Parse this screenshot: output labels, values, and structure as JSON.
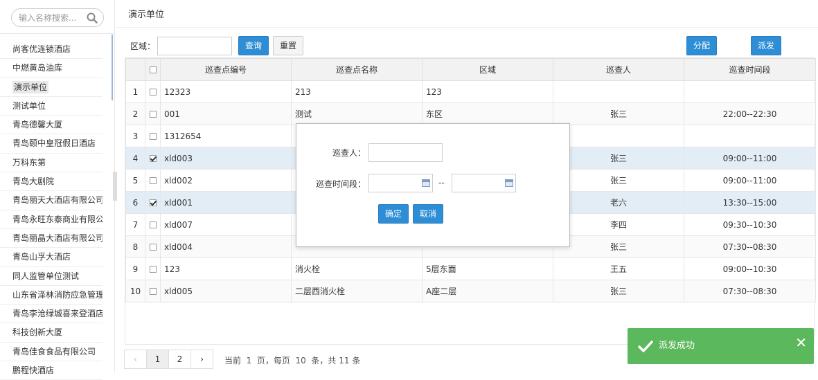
{
  "sidebar": {
    "search_placeholder": "输入名称搜索...",
    "items": [
      {
        "label": "尚客优连锁酒店"
      },
      {
        "label": "中燃黄岛油库"
      },
      {
        "label": "演示单位"
      },
      {
        "label": "测试单位"
      },
      {
        "label": "青岛德馨大厦"
      },
      {
        "label": "青岛颐中皇冠假日酒店"
      },
      {
        "label": "万科东第"
      },
      {
        "label": "青岛大剧院"
      },
      {
        "label": "青岛丽天大酒店有限公司"
      },
      {
        "label": "青岛永旺东泰商业有限公司"
      },
      {
        "label": "青岛丽晶大酒店有限公司"
      },
      {
        "label": "青岛山孚大酒店"
      },
      {
        "label": "同人监管单位测试"
      },
      {
        "label": "山东省泽林消防应急管理职"
      },
      {
        "label": "青岛李沧绿城喜来登酒店"
      },
      {
        "label": "科技创新大厦"
      },
      {
        "label": "青岛佳食食品有限公司"
      },
      {
        "label": "鹏程快酒店"
      }
    ],
    "selected_index": 2
  },
  "main": {
    "title": "演示单位",
    "filter": {
      "area_label": "区域：",
      "area_value": "",
      "query_button": "查询",
      "reset_button": "重置",
      "assign_button": "分配",
      "dispatch_button": "派发"
    },
    "table": {
      "headers": [
        "巡查点编号",
        "巡查点名称",
        "区域",
        "巡查人",
        "巡查时间段"
      ],
      "rows": [
        {
          "no": "1",
          "checked": false,
          "code": "12323",
          "name": "213",
          "area": "123",
          "person": "",
          "period": ""
        },
        {
          "no": "2",
          "checked": false,
          "code": "001",
          "name": "测试",
          "area": "东区",
          "person": "张三",
          "period": "22:00--22:30"
        },
        {
          "no": "3",
          "checked": false,
          "code": "1312654",
          "name": "",
          "area": "",
          "person": "",
          "period": ""
        },
        {
          "no": "4",
          "checked": true,
          "code": "xld003",
          "name": "",
          "area": "",
          "person": "张三",
          "period": "09:00--11:00"
        },
        {
          "no": "5",
          "checked": false,
          "code": "xld002",
          "name": "",
          "area": "",
          "person": "张三",
          "period": "09:00--11:00"
        },
        {
          "no": "6",
          "checked": true,
          "code": "xld001",
          "name": "",
          "area": "",
          "person": "老六",
          "period": "13:30--15:00"
        },
        {
          "no": "7",
          "checked": false,
          "code": "xld007",
          "name": "",
          "area": "",
          "person": "李四",
          "period": "09:30--10:30"
        },
        {
          "no": "8",
          "checked": false,
          "code": "xld004",
          "name": "",
          "area": "",
          "person": "张三",
          "period": "07:30--08:30"
        },
        {
          "no": "9",
          "checked": false,
          "code": "123",
          "name": "消火栓",
          "area": "5层东面",
          "person": "王五",
          "period": "09:00--10:30"
        },
        {
          "no": "10",
          "checked": false,
          "code": "xld005",
          "name": "二层西消火栓",
          "area": "A座二层",
          "person": "张三",
          "period": "07:30--08:30"
        }
      ]
    },
    "pager": {
      "prev": "‹",
      "pages": [
        "1",
        "2"
      ],
      "next": "›",
      "current": "1",
      "info": "当前  1  页，每页  10  条，共 11 条"
    }
  },
  "dialog": {
    "person_label": "巡查人：",
    "person_value": "",
    "period_label": "巡查时间段：",
    "start_value": "",
    "separator": "--",
    "end_value": "",
    "confirm_button": "确定",
    "cancel_button": "取消"
  },
  "toast": {
    "message": "派发成功",
    "close": "✕",
    "color": "#5cb85c"
  }
}
